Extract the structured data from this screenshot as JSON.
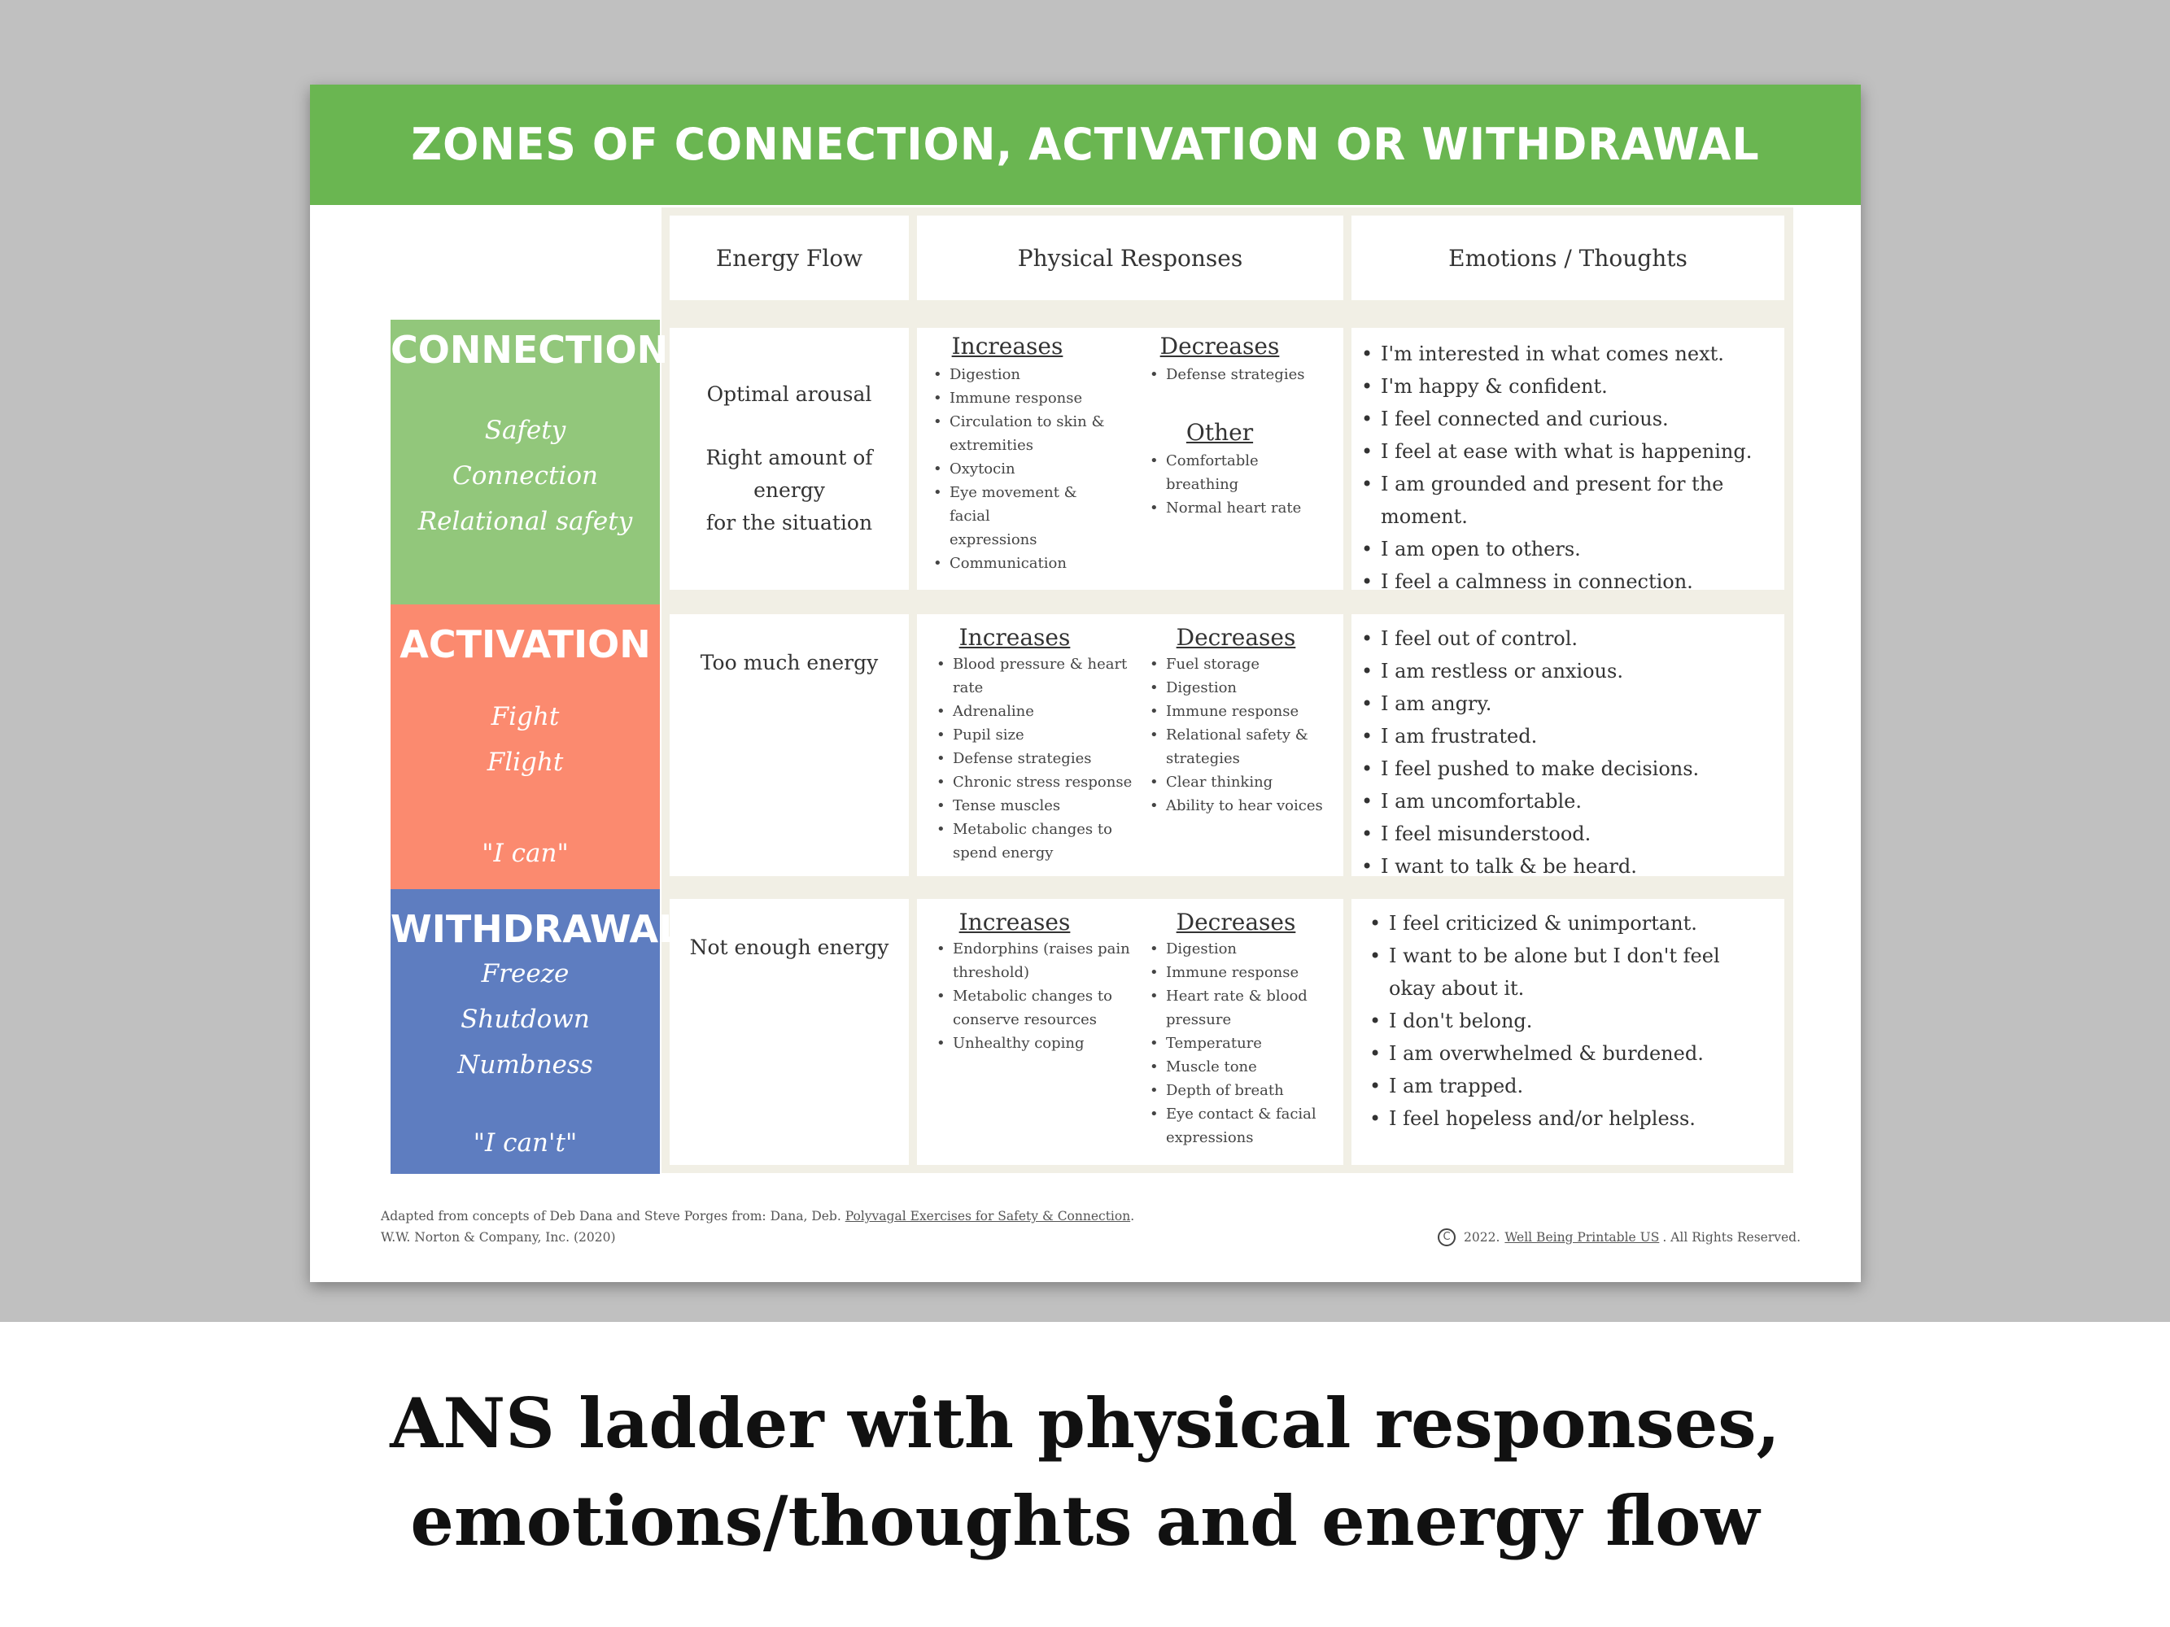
{
  "title": "Zones of Connection, Activation or Withdrawal",
  "headers": {
    "energy": "Energy Flow",
    "physical": "Physical Responses",
    "emotions": "Emotions / Thoughts"
  },
  "zones": [
    {
      "name": "CONNECTION",
      "color": "#92c77b",
      "subs": [
        "Safety",
        "Connection",
        "Relational safety"
      ],
      "energy": [
        "Optimal arousal",
        "Right amount of energy",
        "for the situation"
      ],
      "increases_label": "Increases",
      "decreases_label": "Decreases",
      "other_label": "Other",
      "increases": [
        "Digestion",
        "Immune response",
        "Circulation to skin &",
        "extremities",
        "Oxytocin",
        "Eye movement & facial",
        "expressions",
        "Communication"
      ],
      "decreases": [
        "Defense strategies"
      ],
      "other": [
        "Comfortable",
        "breathing",
        "Normal heart rate"
      ],
      "emotions": [
        "I'm interested in what comes next.",
        "I'm happy & confident.",
        "I feel connected and curious.",
        "I feel at ease with what is happening.",
        "I am grounded and present for the",
        "moment.",
        "I am open to others.",
        "I feel a calmness in connection."
      ]
    },
    {
      "name": "ACTIVATION",
      "color": "#fb8a6f",
      "subs": [
        "Fight",
        "Flight",
        "\"I can\""
      ],
      "energy": [
        "Too much energy"
      ],
      "increases_label": "Increases",
      "decreases_label": "Decreases",
      "increases": [
        "Blood pressure & heart",
        "rate",
        "Adrenaline",
        "Pupil size",
        "Defense strategies",
        "Chronic stress response",
        "Tense muscles",
        "Metabolic changes to",
        "spend energy"
      ],
      "decreases": [
        "Fuel storage",
        "Digestion",
        "Immune response",
        "Relational safety &",
        "strategies",
        "Clear thinking",
        "Ability to hear voices"
      ],
      "emotions": [
        "I feel out of control.",
        "I am restless or anxious.",
        "I am angry.",
        "I am frustrated.",
        "I feel pushed to make decisions.",
        "I am uncomfortable.",
        "I feel misunderstood.",
        "I want to talk & be heard."
      ]
    },
    {
      "name": "WITHDRAWAL",
      "color": "#5e7dc0",
      "subs": [
        "Freeze",
        "Shutdown",
        "Numbness",
        "\"I can't\""
      ],
      "energy": [
        "Not enough energy"
      ],
      "increases_label": "Increases",
      "decreases_label": "Decreases",
      "increases": [
        "Endorphins (raises pain",
        "threshold)",
        "Metabolic changes to",
        "conserve resources",
        "Unhealthy coping"
      ],
      "decreases": [
        "Digestion",
        "Immune response",
        "Heart rate & blood",
        "pressure",
        "Temperature",
        "Muscle tone",
        "Depth of breath",
        "Eye contact & facial",
        "expressions"
      ],
      "emotions": [
        "I feel criticized & unimportant.",
        "I want to be alone but I don't feel",
        "okay about it.",
        "I don't belong.",
        "I am overwhelmed & burdened.",
        "I am trapped.",
        "I feel hopeless and/or helpless."
      ]
    }
  ],
  "footer": {
    "line1_a": "Adapted from concepts of Deb Dana and Steve Porges from:  Dana, Deb. ",
    "line1_link": "Polyvagal Exercises for Safety & Connection",
    "line1_b": ".",
    "line2": "W.W. Norton & Company, Inc. (2020)",
    "copyright_a": "2022. ",
    "copyright_link": "Well Being Printable US",
    "copyright_b": ". All Rights Reserved."
  },
  "caption": [
    "ANS ladder with physical responses,",
    "emotions/thoughts and energy flow"
  ]
}
